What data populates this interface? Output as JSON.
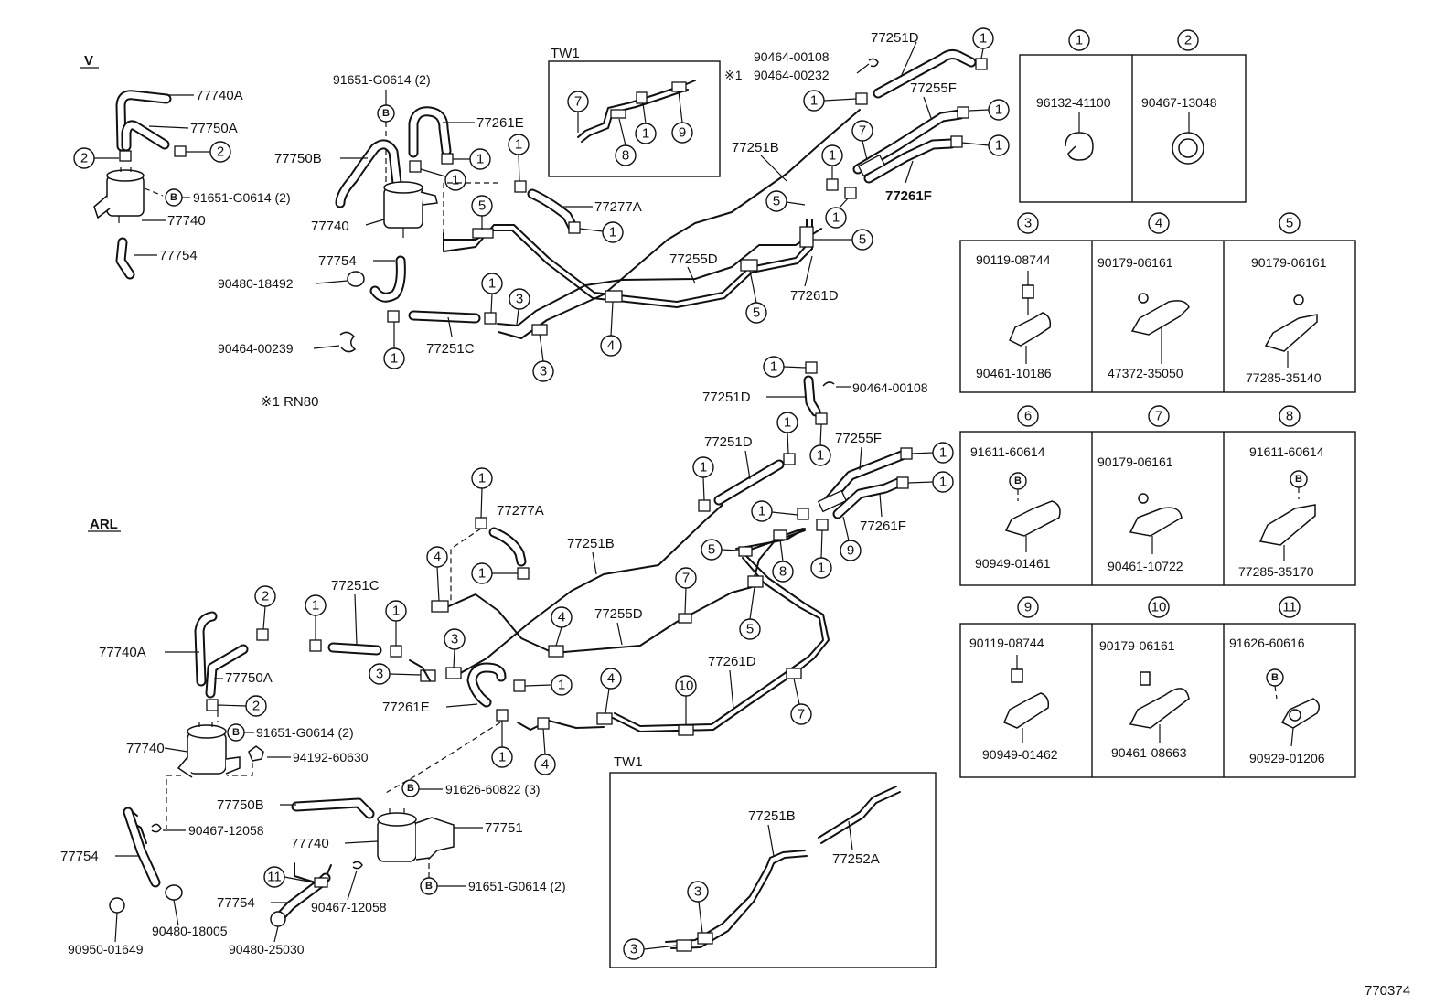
{
  "sections": {
    "v": "V",
    "arl": "ARL",
    "tw1_top": "TW1",
    "tw1_bottom": "TW1",
    "note": "※1  RN80",
    "note_mark": "※1"
  },
  "diagram_id": "770374",
  "top_section": {
    "labels": {
      "l77740A": "77740A",
      "l77750A": "77750A",
      "l91651a": "91651-G0614 (2)",
      "l77740": "77740",
      "l77754": "77754",
      "l91651b": "91651-G0614 (2)",
      "l77261E": "77261E",
      "l77750B": "77750B",
      "l77740b": "77740",
      "l77754b": "77754",
      "l90480": "90480-18492",
      "l90464": "90464-00239",
      "l77251C": "77251C",
      "l77277A": "77277A",
      "l77255D": "77255D",
      "l77261D": "77261D",
      "l77251B": "77251B",
      "l90464a": "90464-00108",
      "l90464b": "90464-00232",
      "l77251D": "77251D",
      "l77255F": "77255F",
      "l77261F": "77261F"
    }
  },
  "bottom_section": {
    "labels": {
      "l90464": "90464-00108",
      "l77251D_a": "77251D",
      "l77251D_b": "77251D",
      "l77255F": "77255F",
      "l77261F": "77261F",
      "l77277A": "77277A",
      "l77251B": "77251B",
      "l77251C": "77251C",
      "l77255D": "77255D",
      "l77740A": "77740A",
      "l77750A": "77750A",
      "l77261E": "77261E",
      "l77261D": "77261D",
      "l77740": "77740",
      "l91651a": "91651-G0614 (2)",
      "l94192": "94192-60630",
      "l90467a": "90467-12058",
      "l77754": "77754",
      "l91626": "91626-60822 (3)",
      "l77750B": "77750B",
      "l77751": "77751",
      "l77740b": "77740",
      "l91651b": "91651-G0614 (2)",
      "l77754b": "77754",
      "l90467b": "90467-12058",
      "l90480a": "90480-18005",
      "l90950": "90950-01649",
      "l90480b": "90480-25030",
      "l77251B_tw": "77251B",
      "l77252A": "77252A"
    }
  },
  "legend": {
    "c1": {
      "num": "1",
      "part": "96132-41100"
    },
    "c2": {
      "num": "2",
      "part": "90467-13048"
    },
    "c3": {
      "num": "3",
      "top": "90119-08744",
      "bottom": "90461-10186"
    },
    "c4": {
      "num": "4",
      "top": "90179-06161",
      "bottom": "47372-35050"
    },
    "c5": {
      "num": "5",
      "top": "90179-06161",
      "bottom": "77285-35140"
    },
    "c6": {
      "num": "6",
      "top": "91611-60614",
      "bottom": "90949-01461"
    },
    "c7": {
      "num": "7",
      "top": "90179-06161",
      "bottom": "90461-10722"
    },
    "c8": {
      "num": "8",
      "top": "91611-60614",
      "bottom": "77285-35170"
    },
    "c9": {
      "num": "9",
      "top": "90119-08744",
      "bottom": "90949-01462"
    },
    "c10": {
      "num": "10",
      "top": "90179-06161",
      "bottom": "90461-08663"
    },
    "c11": {
      "num": "11",
      "top": "91626-60616",
      "bottom": "90929-01206"
    }
  },
  "symbols": {
    "bolt": "B"
  }
}
